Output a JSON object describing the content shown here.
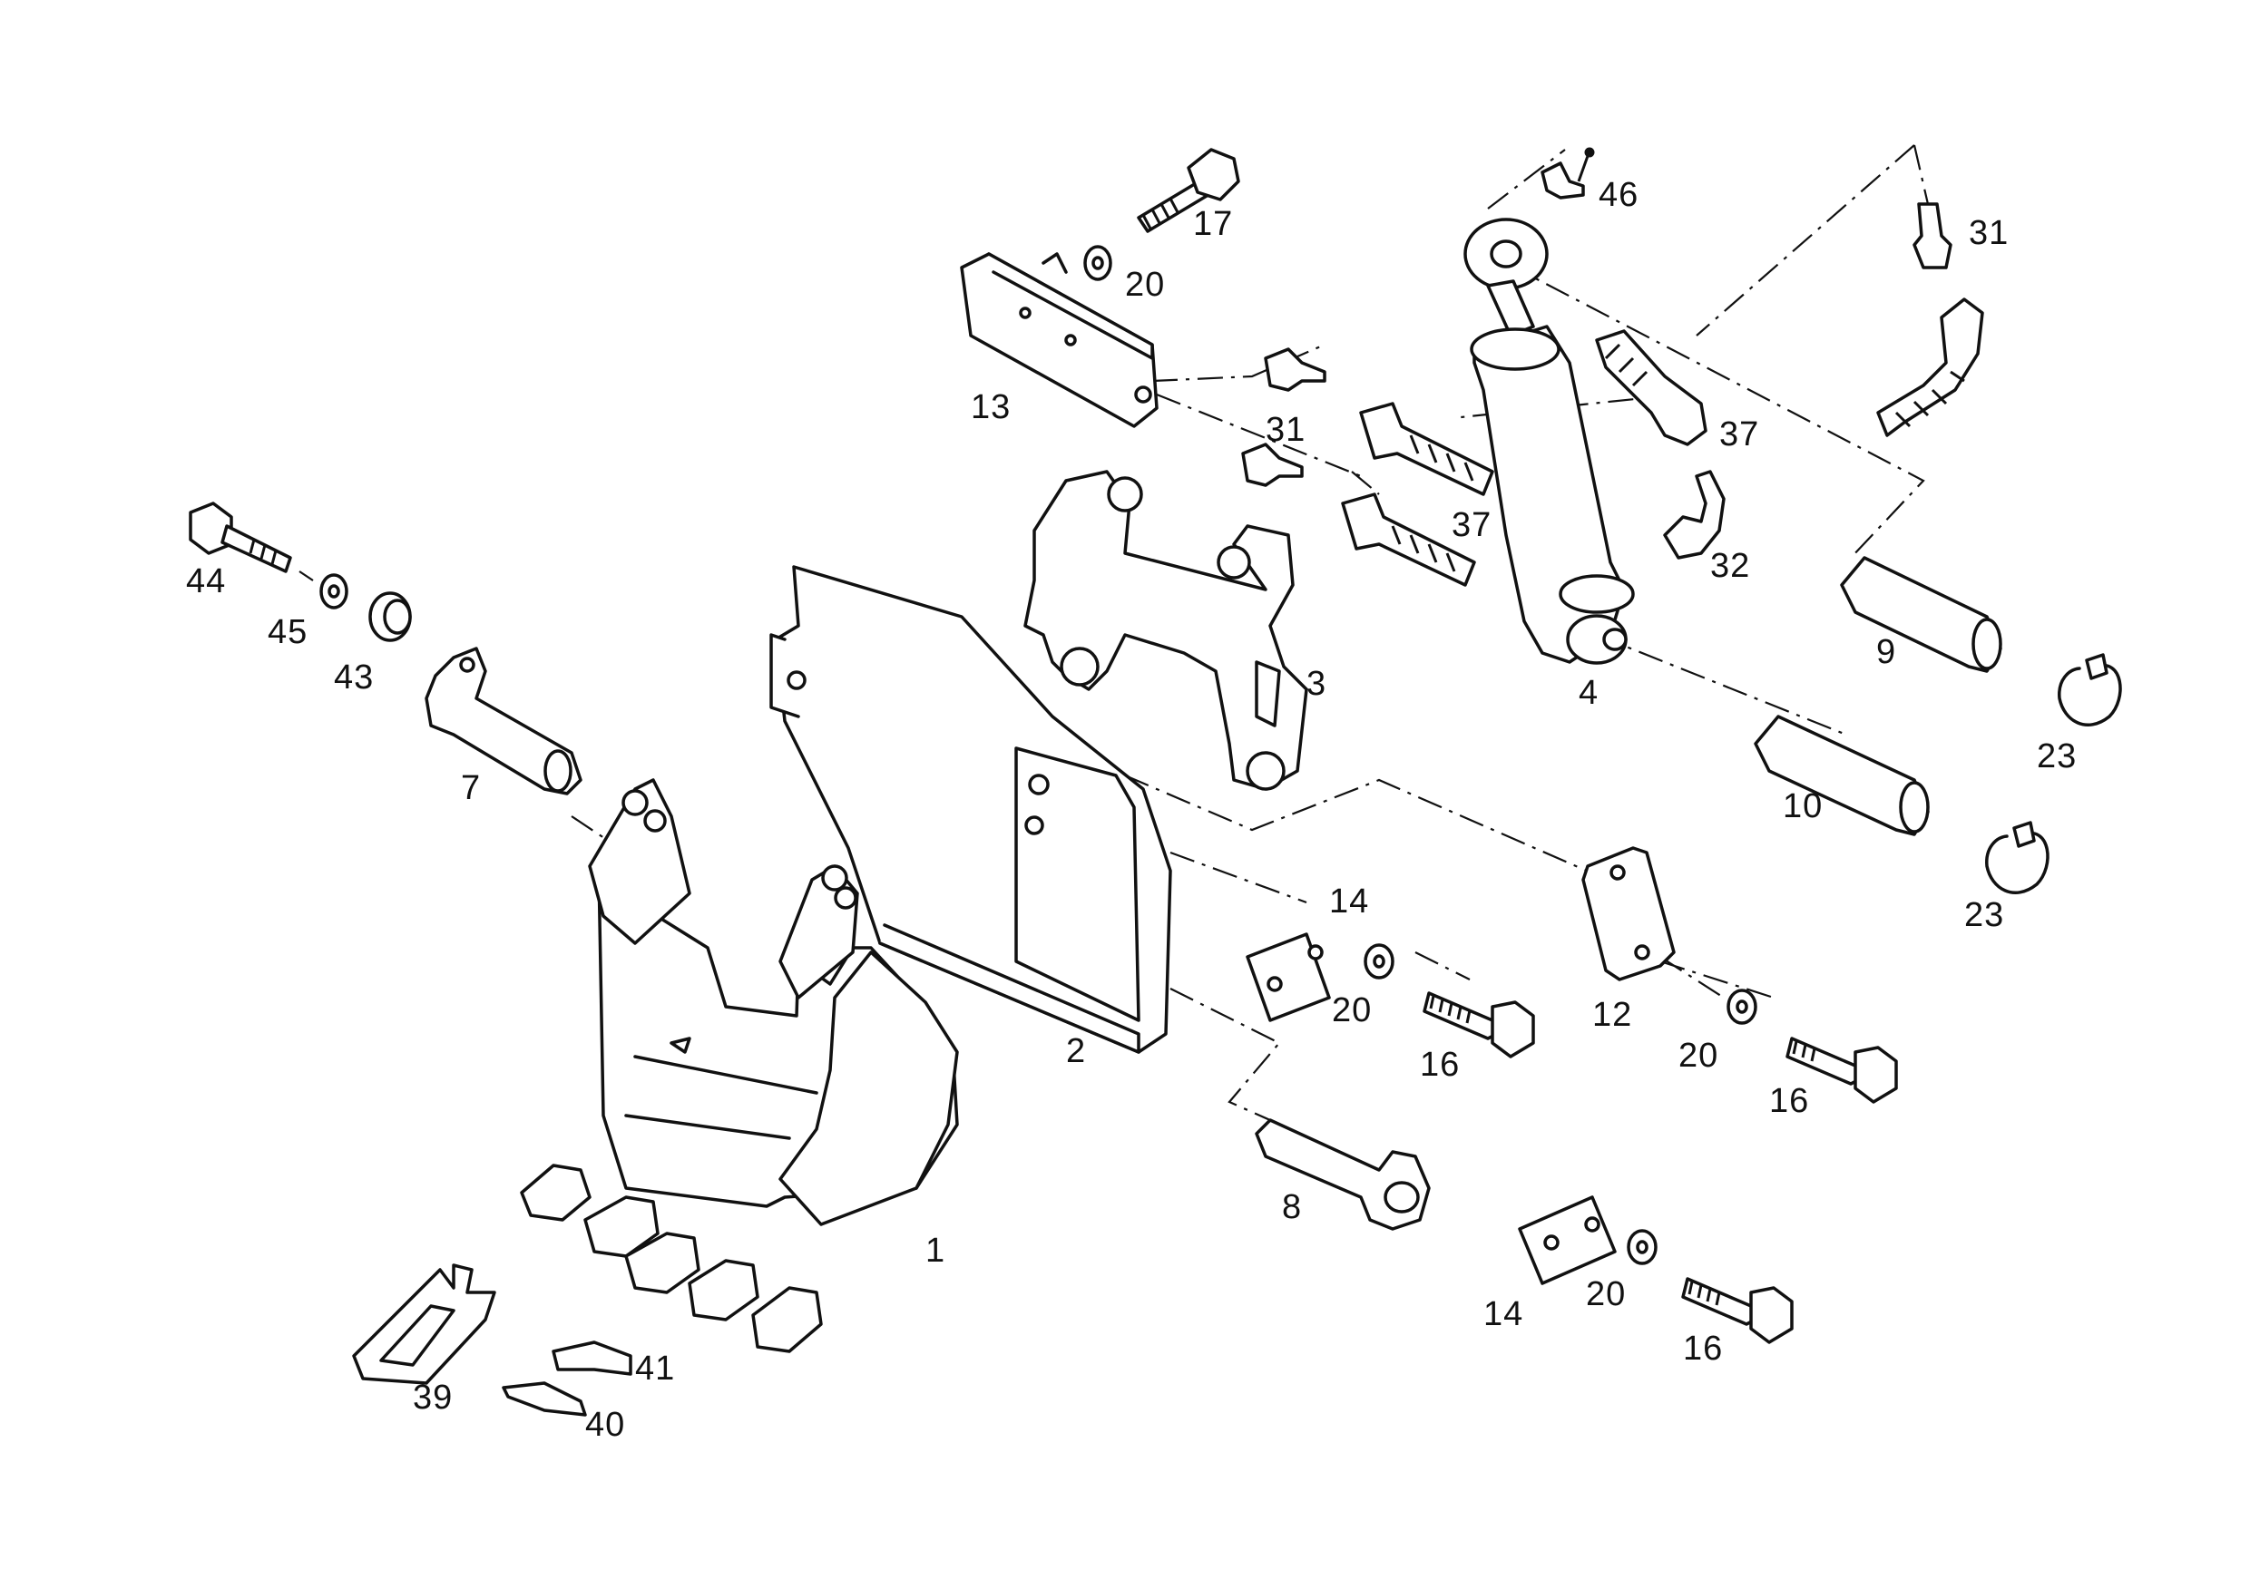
{
  "diagram": {
    "callouts": [
      {
        "id": "c-46",
        "text": "46"
      },
      {
        "id": "c-31a",
        "text": "31"
      },
      {
        "id": "c-17",
        "text": "17"
      },
      {
        "id": "c-20a",
        "text": "20"
      },
      {
        "id": "c-13",
        "text": "13"
      },
      {
        "id": "c-31b",
        "text": "31"
      },
      {
        "id": "c-37a",
        "text": "37"
      },
      {
        "id": "c-37b",
        "text": "37"
      },
      {
        "id": "c-32",
        "text": "32"
      },
      {
        "id": "c-44",
        "text": "44"
      },
      {
        "id": "c-45",
        "text": "45"
      },
      {
        "id": "c-43",
        "text": "43"
      },
      {
        "id": "c-7",
        "text": "7"
      },
      {
        "id": "c-3",
        "text": "3"
      },
      {
        "id": "c-4",
        "text": "4"
      },
      {
        "id": "c-9",
        "text": "9"
      },
      {
        "id": "c-23a",
        "text": "23"
      },
      {
        "id": "c-10",
        "text": "10"
      },
      {
        "id": "c-23b",
        "text": "23"
      },
      {
        "id": "c-14a",
        "text": "14"
      },
      {
        "id": "c-20b",
        "text": "20"
      },
      {
        "id": "c-16a",
        "text": "16"
      },
      {
        "id": "c-2",
        "text": "2"
      },
      {
        "id": "c-12",
        "text": "12"
      },
      {
        "id": "c-20c",
        "text": "20"
      },
      {
        "id": "c-16b",
        "text": "16"
      },
      {
        "id": "c-8",
        "text": "8"
      },
      {
        "id": "c-1",
        "text": "1"
      },
      {
        "id": "c-14b",
        "text": "14"
      },
      {
        "id": "c-20d",
        "text": "20"
      },
      {
        "id": "c-16c",
        "text": "16"
      },
      {
        "id": "c-39",
        "text": "39"
      },
      {
        "id": "c-41",
        "text": "41"
      },
      {
        "id": "c-40",
        "text": "40"
      }
    ]
  }
}
